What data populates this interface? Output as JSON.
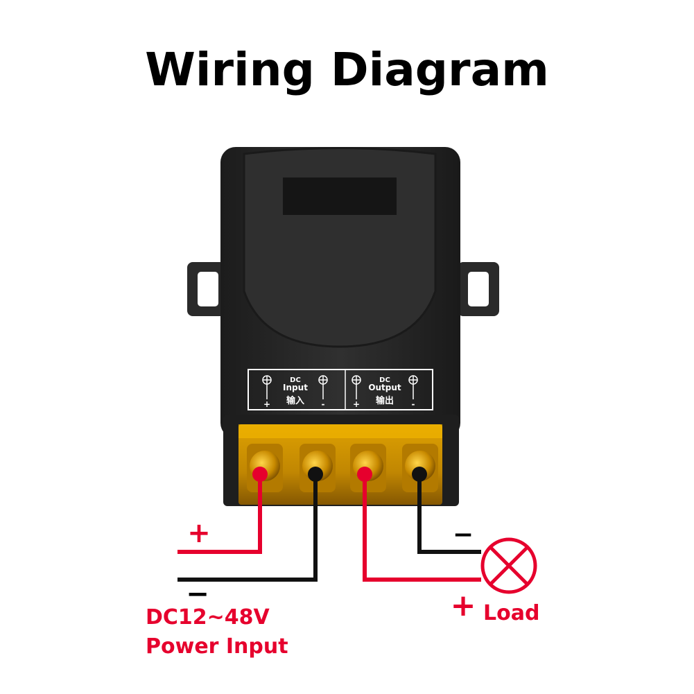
{
  "title": "Wiring Diagram",
  "device": {
    "input_label_top": "DC",
    "input_label": "Input",
    "input_label_cn": "输入",
    "output_label_top": "DC",
    "output_label": "Output",
    "output_label_cn": "输出",
    "plus_symbol": "+",
    "minus_symbol": "-"
  },
  "wiring": {
    "power_plus_symbol": "+",
    "power_minus_symbol": "−",
    "power_voltage": "DC12~48V",
    "power_label": "Power Input",
    "load_plus_symbol": "+",
    "load_minus_symbol": "−",
    "load_label": "Load"
  },
  "colors": {
    "positive_wire": "#e6002d",
    "negative_wire": "#111111",
    "housing": "#262626",
    "terminal_cover": "#d69a00"
  },
  "icons": [
    "lamp-load-icon",
    "screw-terminal-icon"
  ]
}
